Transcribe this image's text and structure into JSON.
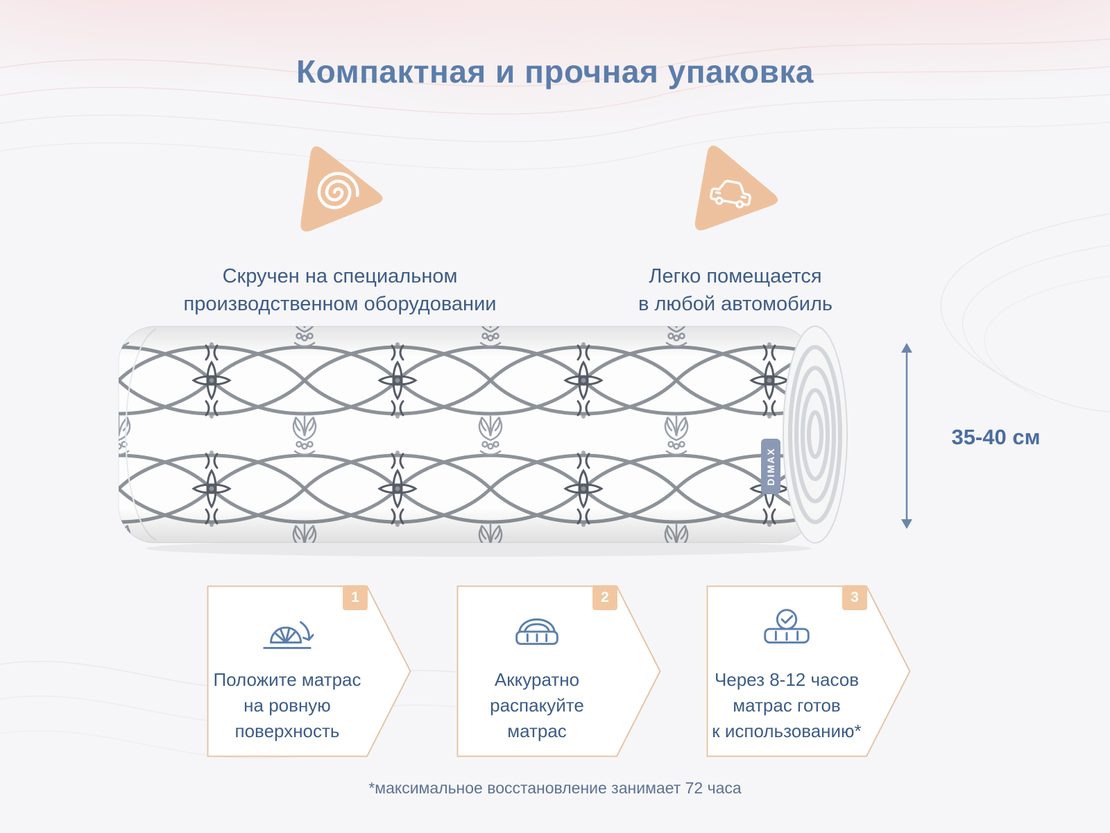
{
  "title": "Компактная и прочная упаковка",
  "features": [
    {
      "icon": "spiral-icon",
      "lines": [
        "Скручен на специальном",
        "производственном оборудовании"
      ]
    },
    {
      "icon": "car-icon",
      "lines": [
        "Легко помещается",
        "в любой автомобиль"
      ]
    }
  ],
  "product": {
    "brand_label": "DIMAX",
    "height_dimension": "35-40 см"
  },
  "steps": [
    {
      "number": "1",
      "icon": "unroll-surface-icon",
      "lines": [
        "Положите матрас",
        "на ровную",
        "поверхность"
      ]
    },
    {
      "number": "2",
      "icon": "unpack-mattress-icon",
      "lines": [
        "Аккуратно",
        "распакуйте",
        "матрас"
      ]
    },
    {
      "number": "3",
      "icon": "mattress-ready-icon",
      "lines": [
        "Через 8-12 часов",
        "матрас готов",
        "к использованию*"
      ]
    }
  ],
  "footnote": "*максимальное восстановление занимает 72 часа",
  "colors": {
    "title": "#5b7dab",
    "body_text": "#3d5c86",
    "accent_peach": "#eec19e",
    "step_border": "#e5c5a6",
    "badge": "#f1c7a2",
    "dimension_text": "#4a6da0",
    "label_tag": "#8b99b4"
  }
}
